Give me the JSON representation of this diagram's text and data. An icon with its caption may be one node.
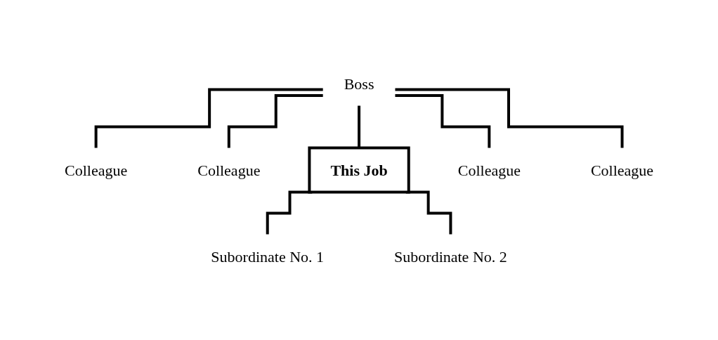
{
  "diagram": {
    "nodes": [
      {
        "text": [
          "Boss"
        ]
      },
      {
        "text": [
          "Colleague"
        ]
      },
      {
        "text": [
          "Colleague"
        ]
      },
      {
        "text": [
          "This Job"
        ]
      },
      {
        "text": [
          "Colleague"
        ]
      },
      {
        "text": [
          "Colleague"
        ]
      },
      {
        "text": [
          "Subordinate No. 1"
        ]
      },
      {
        "text": [
          "Subordinate No. 2"
        ]
      }
    ],
    "edges": [
      {
        "from": 0,
        "to": 1,
        "arrow": "none"
      },
      {
        "from": 0,
        "to": 2,
        "arrow": "none"
      },
      {
        "from": 0,
        "to": 3,
        "arrow": "none"
      },
      {
        "from": 0,
        "to": 4,
        "arrow": "none"
      },
      {
        "from": 0,
        "to": 5,
        "arrow": "none"
      },
      {
        "from": 3,
        "to": 6,
        "arrow": "none"
      },
      {
        "from": 3,
        "to": 7,
        "arrow": "none"
      }
    ]
  }
}
